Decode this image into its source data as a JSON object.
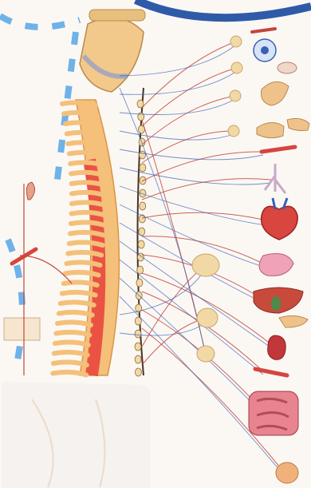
{
  "figure": {
    "subject": "autonomic-nervous-system-illustration",
    "colors": {
      "background": "#fbf8f4",
      "spine": "#f4c07a",
      "spine_outline": "#d9954a",
      "spinal_cord": "#e8403a",
      "sympathetic_fiber": "#c2463c",
      "parasympathetic_fiber": "#3a5fb5",
      "ganglion": "#f1d9a6",
      "dashed_frame": "#6fb2e8",
      "overlay_panel": "#f4f1ee"
    },
    "organs": [
      "eye",
      "lacrimal-gland",
      "salivary-gland",
      "parotid-gland",
      "blood-vessel",
      "trachea-lungs",
      "heart",
      "stomach",
      "liver",
      "pancreas",
      "kidney",
      "intestine",
      "bladder"
    ],
    "peripheral": [
      "blood-vessel-limb",
      "sweat-gland",
      "hair-follicle"
    ]
  }
}
